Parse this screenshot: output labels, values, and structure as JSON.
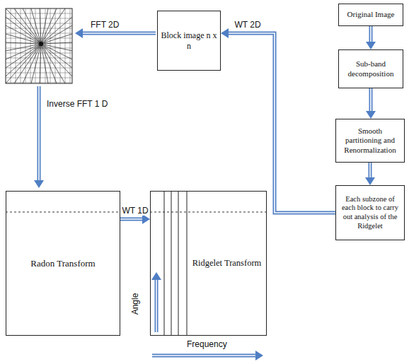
{
  "diagram": {
    "nodes": [
      {
        "text": [
          "Original Image"
        ]
      },
      {
        "text": [
          "Sub-band decomposition"
        ]
      },
      {
        "text": [
          "Smooth partitioning and Renormalization"
        ]
      },
      {
        "text": [
          "Each subzone of each block to carry out analysis of the Ridgelet"
        ]
      },
      {
        "text": [
          "Block image n x n"
        ]
      },
      {
        "text": [
          "Radon Transform"
        ]
      },
      {
        "text": [
          "Ridgelet Transform"
        ]
      }
    ],
    "edges": [
      {
        "from": 0,
        "to": 1,
        "arrow": "to"
      },
      {
        "from": 1,
        "to": 2,
        "arrow": "to"
      },
      {
        "from": 2,
        "to": 3,
        "arrow": "to"
      },
      {
        "from": 3,
        "to": 4,
        "label": "WT 2D",
        "arrow": "to"
      },
      {
        "from": 5,
        "to": 6,
        "label": "WT 1D",
        "arrow": "to"
      }
    ],
    "labels": [
      "FFT 2D",
      "Inverse FFT 1 D",
      "Angle",
      "Frequency"
    ]
  }
}
